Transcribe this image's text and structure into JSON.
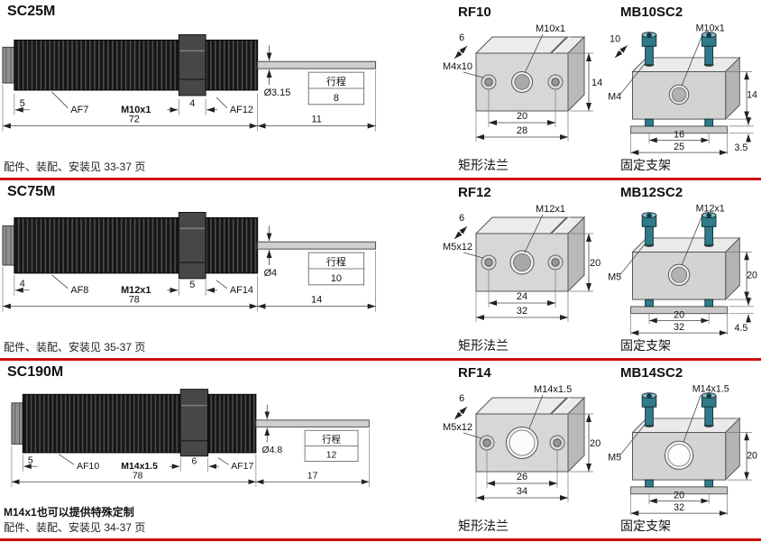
{
  "page": {
    "accent_red": "#cf0a0a",
    "background": "#ffffff"
  },
  "rows": [
    {
      "model": "SC25M",
      "note": "",
      "footer": "配件、装配、安装见 33-37 页",
      "absorber": {
        "front_len": "5",
        "af_body": "AF7",
        "thread": "M10x1",
        "nut_len": "4",
        "af_nut": "AF12",
        "body_len": "72",
        "rod_len": "11",
        "rod_dia": "Ø3.15",
        "stroke_label": "行程",
        "stroke": "8"
      },
      "flange": {
        "title": "RF10",
        "caption": "矩形法兰",
        "thickness": "6",
        "screw": "M4x10",
        "thread": "M10x1",
        "height": "14",
        "hole_spacing": "20",
        "width": "28"
      },
      "bracket": {
        "title": "MB10SC2",
        "caption": "固定支架",
        "depth": "10",
        "screw": "M4",
        "thread": "M10x1",
        "height": "14",
        "base": "3.5",
        "screw_spacing": "16",
        "width": "25"
      }
    },
    {
      "model": "SC75M",
      "note": "",
      "footer": "配件、装配、安装见 35-37 页",
      "absorber": {
        "front_len": "4",
        "af_body": "AF8",
        "thread": "M12x1",
        "nut_len": "5",
        "af_nut": "AF14",
        "body_len": "78",
        "rod_len": "14",
        "rod_dia": "Ø4",
        "stroke_label": "行程",
        "stroke": "10"
      },
      "flange": {
        "title": "RF12",
        "caption": "矩形法兰",
        "thickness": "6",
        "screw": "M5x12",
        "thread": "M12x1",
        "height": "20",
        "hole_spacing": "24",
        "width": "32"
      },
      "bracket": {
        "title": "MB12SC2",
        "caption": "固定支架",
        "depth": "",
        "screw": "M5",
        "thread": "M12x1",
        "height": "20",
        "base": "4.5",
        "screw_spacing": "20",
        "width": "32"
      }
    },
    {
      "model": "SC190M",
      "note": "M14x1也可以提供特殊定制",
      "footer": "配件、装配、安装见 34-37 页",
      "absorber": {
        "front_len": "5",
        "af_body": "AF10",
        "thread": "M14x1.5",
        "nut_len": "6",
        "af_nut": "AF17",
        "body_len": "78",
        "rod_len": "17",
        "rod_dia": "Ø4.8",
        "stroke_label": "行程",
        "stroke": "12"
      },
      "flange": {
        "title": "RF14",
        "caption": "矩形法兰",
        "thickness": "6",
        "screw": "M5x12",
        "thread": "M14x1.5",
        "height": "20",
        "hole_spacing": "26",
        "width": "34"
      },
      "bracket": {
        "title": "MB14SC2",
        "caption": "固定支架",
        "depth": "",
        "screw": "M5",
        "thread": "M14x1.5",
        "height": "20",
        "base": "",
        "screw_spacing": "20",
        "width": "32"
      }
    }
  ]
}
